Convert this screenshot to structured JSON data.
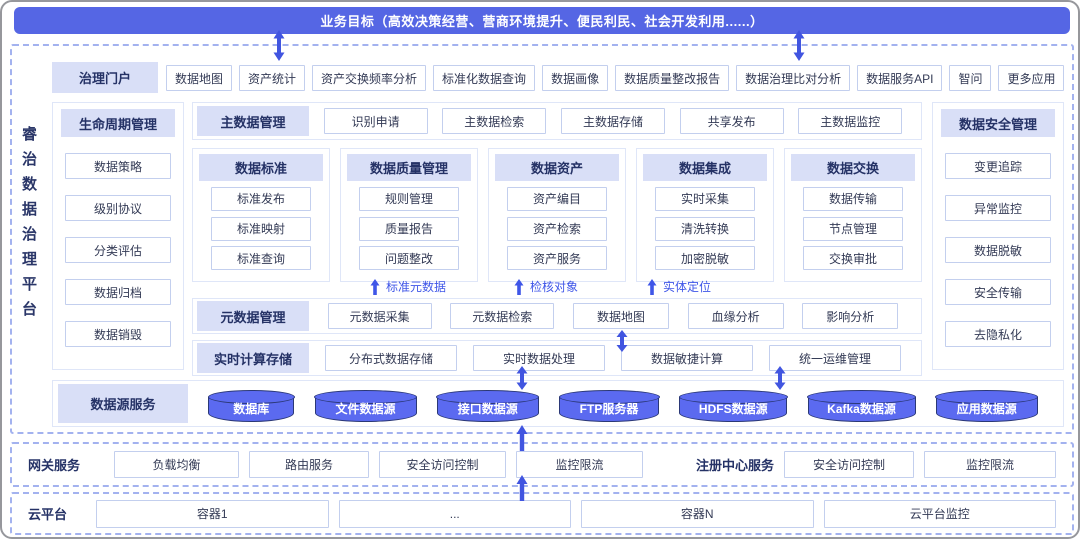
{
  "banner": {
    "title": "业务目标（高效决策经营、营商环境提升、便民利民、社会开发利用......）"
  },
  "platform": {
    "vertical_title": "睿治数据治理平台",
    "portal": {
      "label": "治理门户",
      "items": [
        "数据地图",
        "资产统计",
        "资产交换频率分析",
        "标准化数据查询",
        "数据画像",
        "数据质量整改报告",
        "数据治理比对分析",
        "数据服务API",
        "智问",
        "更多应用"
      ]
    },
    "lifecycle": {
      "label": "生命周期管理",
      "items": [
        "数据策略",
        "级别协议",
        "分类评估",
        "数据归档",
        "数据销毁"
      ]
    },
    "master": {
      "label": "主数据管理",
      "items": [
        "识别申请",
        "主数据检索",
        "主数据存储",
        "共享发布",
        "主数据监控"
      ]
    },
    "columns": [
      {
        "label": "数据标准",
        "items": [
          "标准发布",
          "标准映射",
          "标准查询"
        ]
      },
      {
        "label": "数据质量管理",
        "items": [
          "规则管理",
          "质量报告",
          "问题整改"
        ]
      },
      {
        "label": "数据资产",
        "items": [
          "资产编目",
          "资产检索",
          "资产服务"
        ]
      },
      {
        "label": "数据集成",
        "items": [
          "实时采集",
          "清洗转换",
          "加密脱敏"
        ]
      },
      {
        "label": "数据交换",
        "items": [
          "数据传输",
          "节点管理",
          "交换审批"
        ]
      }
    ],
    "flow_labels": [
      "标准元数据",
      "检核对象",
      "实体定位"
    ],
    "metadata": {
      "label": "元数据管理",
      "items": [
        "元数据采集",
        "元数据检索",
        "数据地图",
        "血缘分析",
        "影响分析"
      ]
    },
    "realtime": {
      "label": "实时计算存储",
      "items": [
        "分布式数据存储",
        "实时数据处理",
        "数据敏捷计算",
        "统一运维管理"
      ]
    },
    "security": {
      "label": "数据安全管理",
      "items": [
        "变更追踪",
        "异常监控",
        "数据脱敏",
        "安全传输",
        "去隐私化"
      ]
    },
    "datasources": {
      "label": "数据源服务",
      "items": [
        "数据库",
        "文件数据源",
        "接口数据源",
        "FTP服务器",
        "HDFS数据源",
        "Kafka数据源",
        "应用数据源"
      ]
    }
  },
  "gateway": {
    "label": "网关服务",
    "items": [
      "负载均衡",
      "路由服务",
      "安全访问控制",
      "监控限流"
    ],
    "registry_label": "注册中心服务",
    "registry_items": [
      "安全访问控制",
      "监控限流"
    ]
  },
  "cloud": {
    "label": "云平台",
    "items": [
      "容器1",
      "...",
      "容器N",
      "云平台监控"
    ]
  },
  "colors": {
    "banner_bg": "#5566e4",
    "header_bg": "#d9dff7",
    "navy_text": "#253266",
    "box_border": "#c3cfee",
    "panel_border": "#dfe6f8",
    "dashed_border": "#a3b2ef",
    "arrow_blue": "#4155e0",
    "cylinder_fill": "#5b6af0",
    "cylinder_border": "#2b3877",
    "flow_label_blue": "#3f56e8"
  }
}
